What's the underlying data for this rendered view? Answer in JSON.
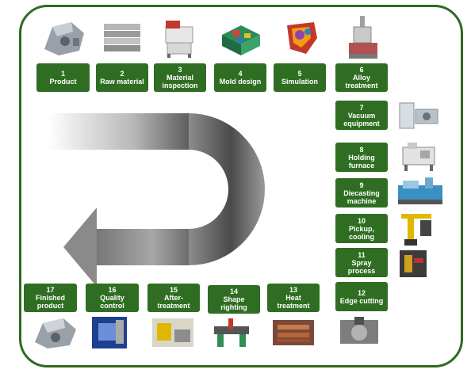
{
  "steps": [
    {
      "num": "1",
      "label": "Product",
      "thumb": "product-part-photo"
    },
    {
      "num": "2",
      "label": "Raw material",
      "thumb": "raw-material-ingots-photo"
    },
    {
      "num": "3",
      "label": "Material inspection",
      "thumb": "inspection-equipment-photo"
    },
    {
      "num": "4",
      "label": "Mold design",
      "thumb": "mold-design-cad-image"
    },
    {
      "num": "5",
      "label": "Simulation",
      "thumb": "simulation-image"
    },
    {
      "num": "6",
      "label": "Alloy treatment",
      "thumb": "alloy-treatment-equipment-photo"
    },
    {
      "num": "7",
      "label": "Vacuum equipment",
      "thumb": "vacuum-equipment-photo"
    },
    {
      "num": "8",
      "label": "Holding furnace",
      "thumb": "holding-furnace-photo"
    },
    {
      "num": "9",
      "label": "Diecasting machine",
      "thumb": "diecasting-machine-photo"
    },
    {
      "num": "10",
      "label": "Pickup, cooling",
      "thumb": "pickup-robot-photo"
    },
    {
      "num": "11",
      "label": "Spray process",
      "thumb": "spray-robot-photo"
    },
    {
      "num": "12",
      "label": "Edge cutting",
      "thumb": "edge-cutting-photo"
    },
    {
      "num": "13",
      "label": "Heat treatment",
      "thumb": "heat-treatment-photo"
    },
    {
      "num": "14",
      "label": "Shape righting",
      "thumb": "shape-righting-photo"
    },
    {
      "num": "15",
      "label": "After-treatment",
      "thumb": "after-treatment-photo"
    },
    {
      "num": "16",
      "label": "Quality control",
      "thumb": "quality-control-photo"
    },
    {
      "num": "17",
      "label": "Finished product",
      "thumb": "finished-product-photo"
    }
  ],
  "colors": {
    "box": "#2f6e22",
    "frame": "#2e6b1f",
    "box_text": "#ffffff"
  },
  "flow_arrow_icon": "u-turn-arrow-icon"
}
